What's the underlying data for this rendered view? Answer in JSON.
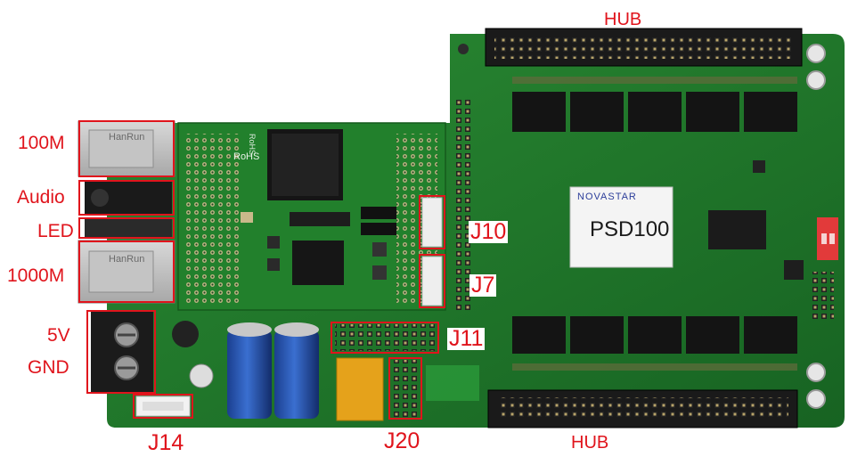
{
  "labels": {
    "hub_top": "HUB",
    "hub_bottom": "HUB",
    "port_100m": "100M",
    "audio": "Audio",
    "led": "LED",
    "port_1000m": "1000M",
    "power_5v": "5V",
    "gnd": "GND",
    "j10": "J10",
    "j7": "J7",
    "j11": "J11",
    "j14": "J14",
    "j20": "J20"
  },
  "board_print": {
    "brand": "NOVASTAR",
    "model": "PSD100",
    "rohs": "RoHS",
    "rj45_brand": "HanRun"
  },
  "colors": {
    "pcb": "#1f7a2a",
    "label_red": "#e0141c"
  }
}
